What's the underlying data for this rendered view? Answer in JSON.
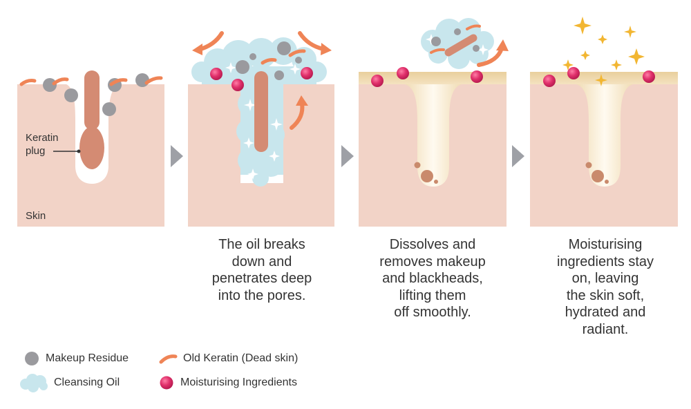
{
  "colors": {
    "skin": "#f2d3c7",
    "keratin": "#d48b73",
    "makeup": "#9a9a9e",
    "oil": "#c8e6ed",
    "moisture": "#d6336b",
    "arrow": "#ef8456",
    "sparkle": "#f2b632",
    "chevron": "#9ea0a6",
    "clear_skin": "#ecd5a9"
  },
  "panel1": {
    "keratin_label_1": "Keratin",
    "keratin_label_2": "plug",
    "skin_label": "Skin"
  },
  "captions": {
    "step2": [
      "The oil breaks",
      "down and",
      "penetrates deep",
      "into the pores."
    ],
    "step3": [
      "Dissolves and",
      "removes makeup",
      "and blackheads,",
      "lifting them",
      "off smoothly."
    ],
    "step4": [
      "Moisturising",
      "ingredients stay",
      "on, leaving",
      "the skin soft,",
      "hydrated and",
      "radiant."
    ]
  },
  "legend": {
    "makeup_residue": "Makeup Residue",
    "old_keratin": "Old  Keratin (Dead skin)",
    "cleansing_oil": "Cleansing Oil",
    "moisturising_ingredients": "Moisturising Ingredients"
  }
}
